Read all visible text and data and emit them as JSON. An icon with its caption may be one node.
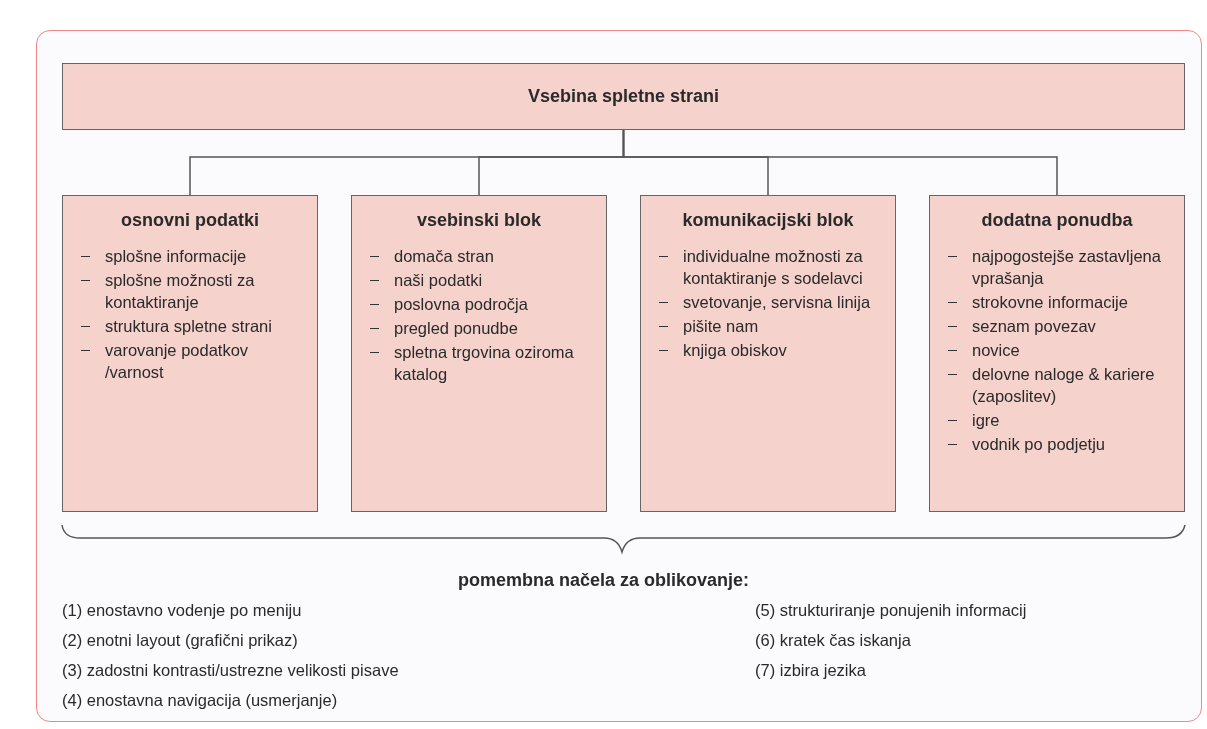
{
  "diagram": {
    "nodes": [
      {
        "text": [
          "Vsebina spletne strani"
        ]
      },
      {
        "text": [
          "osnovni podatki",
          "splošne informacije",
          "splošne možnosti za kontaktiranje",
          "struktura spletne strani",
          "varovanje podatkov /varnost"
        ]
      },
      {
        "text": [
          "vsebinski blok",
          "domača stran",
          "naši podatki",
          "poslovna področja",
          "pregled ponudbe",
          "spletna trgovina oziroma katalog"
        ]
      },
      {
        "text": [
          "komunikacijski blok",
          "individualne možnosti za kontaktiranje s sodelavci",
          "svetovanje, servisna linija",
          "pišite nam",
          "knjiga obiskov"
        ]
      },
      {
        "text": [
          "dodatna ponudba",
          "najpogostejše zastavljena vprašanja",
          "strokovne informacije",
          "seznam povezav",
          "novice",
          "delovne naloge & kariere (zaposlitev)",
          "igre",
          "vodnik po podjetju"
        ]
      }
    ],
    "edges": [
      {
        "from": 0,
        "to": 1,
        "arrow": "none"
      },
      {
        "from": 0,
        "to": 2,
        "arrow": "none"
      },
      {
        "from": 0,
        "to": 3,
        "arrow": "none"
      },
      {
        "from": 0,
        "to": 4,
        "arrow": "none"
      }
    ],
    "labels": [
      "pomembna načela za oblikovanje:",
      "(1) enostavno vodenje po meniju",
      "(5) strukturiranje ponujenih informacij",
      "(2) enotni layout (grafični prikaz)",
      "(6) kratek čas iskanja",
      "(3) zadostni kontrasti/ustrezne velikosti pisave",
      "(7) izbira jezika",
      "(4) enostavna navigacija (usmerjanje)"
    ]
  }
}
